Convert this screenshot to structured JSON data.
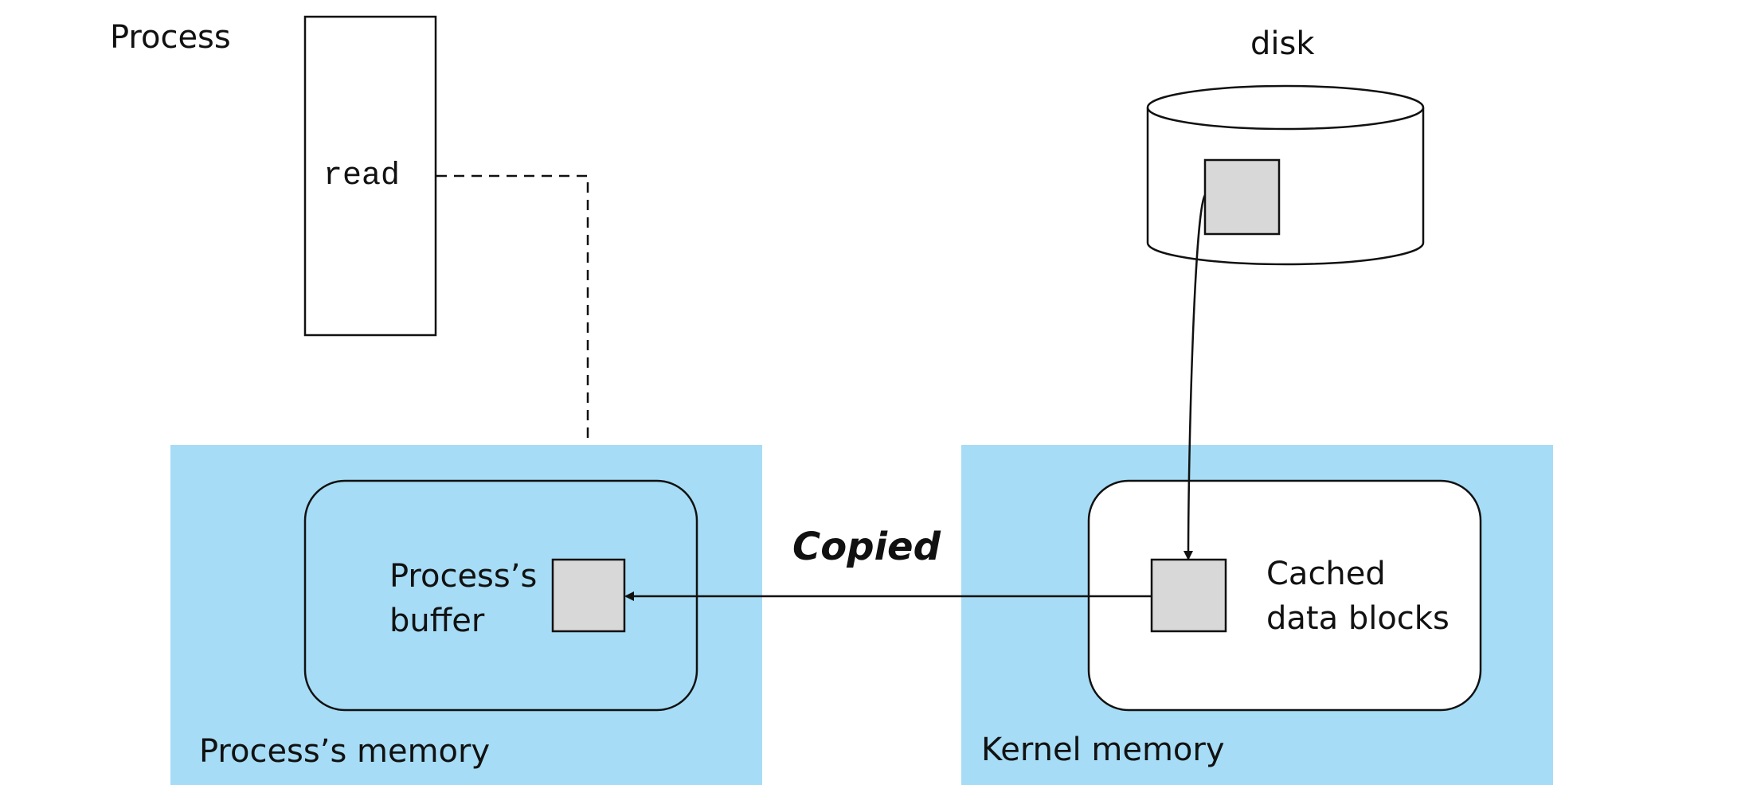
{
  "labels": {
    "process": "Process",
    "read": "read",
    "disk": "disk",
    "copied": "Copied",
    "process_buffer_line1": "Process’s",
    "process_buffer_line2": "buffer",
    "cached_line1": "Cached",
    "cached_line2": "data blocks",
    "process_memory": "Process’s memory",
    "kernel_memory": "Kernel memory"
  },
  "colors": {
    "memory_region": "#a6dcf5",
    "block_fill": "#d8d8d8",
    "stroke": "#111111",
    "white": "#ffffff"
  },
  "icons": {
    "disk": "disk-cylinder-icon"
  }
}
